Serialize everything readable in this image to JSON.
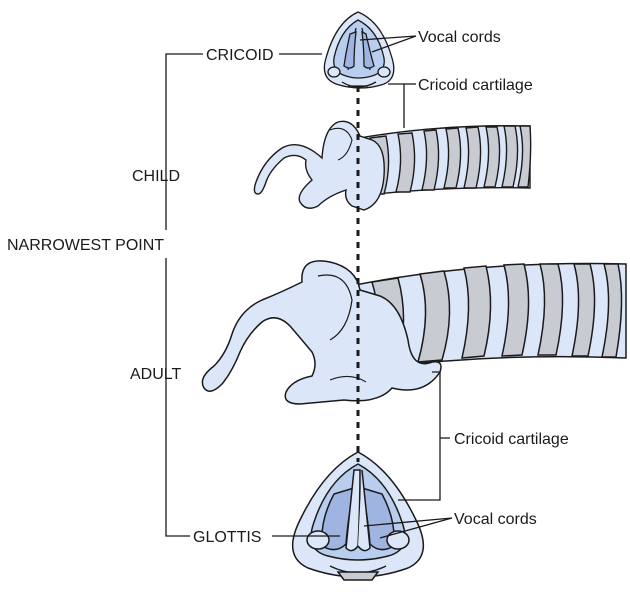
{
  "labels": {
    "cricoid_top": "CRICOID",
    "vocal_cords_top": "Vocal cords",
    "cricoid_cartilage_top": "Cricoid cartilage",
    "child": "CHILD",
    "narrowest_point": "NARROWEST POINT",
    "adult": "ADULT",
    "cricoid_cartilage_bottom": "Cricoid cartilage",
    "vocal_cords_bottom": "Vocal cords",
    "glottis": "GLOTTIS"
  },
  "colors": {
    "tissue_light": "#dbe7f8",
    "tissue_mid": "#b9cdee",
    "cartilage_ring": "#c9cbd3",
    "cord_fill": "#9fb4e0",
    "outline": "#1a1a1a",
    "leader_line": "#1a1a1a"
  }
}
